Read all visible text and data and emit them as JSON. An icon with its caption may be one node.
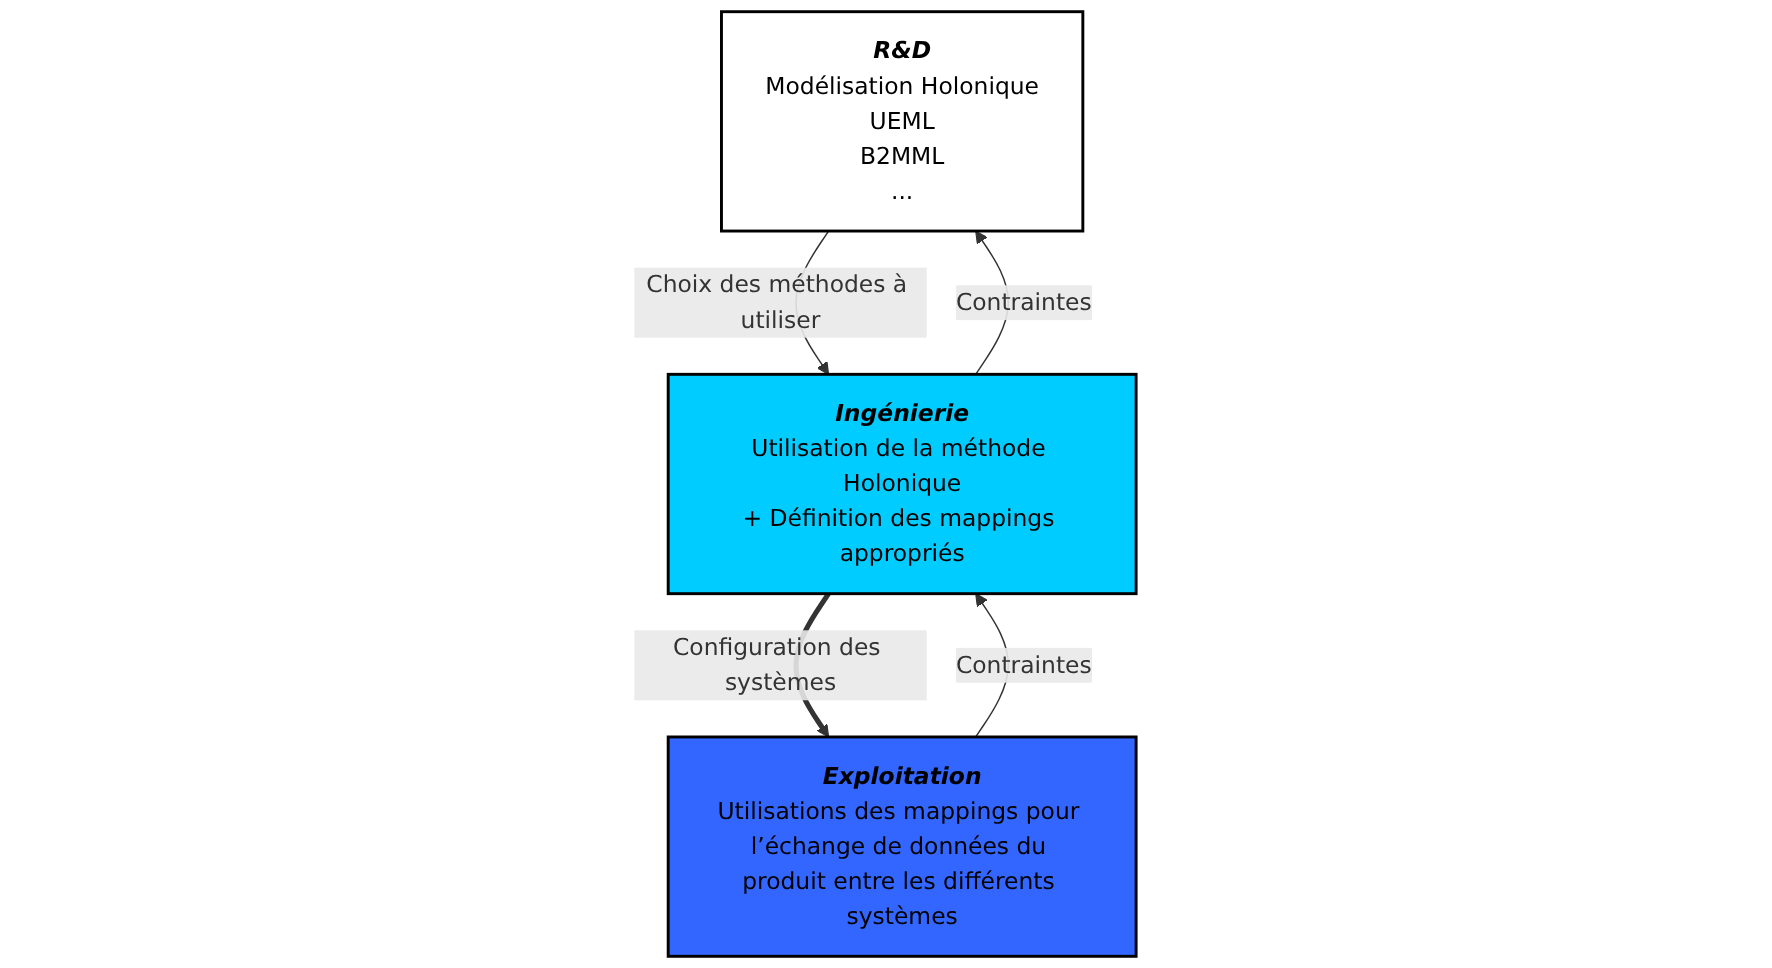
{
  "diagram": {
    "nodes": [
      {
        "text": [
          "R&D",
          "Modélisation Holonique",
          "UEML",
          "B2MML",
          "..."
        ]
      },
      {
        "text": [
          "Ingénierie",
          "Utilisation de la méthode Holonique",
          "+ Définition des mappings appropriés"
        ]
      },
      {
        "text": [
          "Exploitation",
          "Utilisations des mappings pour l’échange de données du produit entre les différents systèmes"
        ]
      }
    ],
    "edges": [
      {
        "from": 0,
        "to": 1,
        "arrow": "to",
        "label": "Choix des méthodes à utiliser"
      },
      {
        "from": 1,
        "to": 0,
        "arrow": "to",
        "label": "Contraintes"
      },
      {
        "from": 1,
        "to": 2,
        "arrow": "to",
        "label": "Configuration des systèmes",
        "style": "thick"
      },
      {
        "from": 2,
        "to": 1,
        "arrow": "to",
        "label": "Contraintes"
      }
    ]
  }
}
